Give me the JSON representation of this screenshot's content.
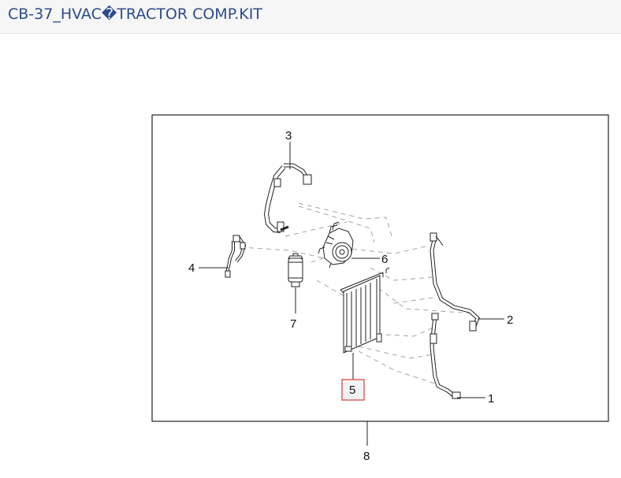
{
  "header": {
    "title": "CB-37_HVAC�TRACTOR COMP.KIT"
  },
  "diagram": {
    "callouts": [
      {
        "id": "1",
        "label": "1"
      },
      {
        "id": "2",
        "label": "2"
      },
      {
        "id": "3",
        "label": "3"
      },
      {
        "id": "4",
        "label": "4"
      },
      {
        "id": "5",
        "label": "5",
        "highlighted": true
      },
      {
        "id": "6",
        "label": "6"
      },
      {
        "id": "7",
        "label": "7"
      },
      {
        "id": "8",
        "label": "8"
      }
    ],
    "colors": {
      "highlight_border": "#e06060",
      "highlight_fill": "#f3f3f3",
      "line": "#222222",
      "dash": "#9a9a9a",
      "title": "#2d4b8a"
    },
    "parts_icons": [
      "suction-hose-icon",
      "discharge-hose-icon",
      "compressor-hose-icon",
      "pressure-line-icon",
      "condenser-icon",
      "compressor-icon",
      "receiver-drier-icon",
      "kit-frame"
    ]
  }
}
